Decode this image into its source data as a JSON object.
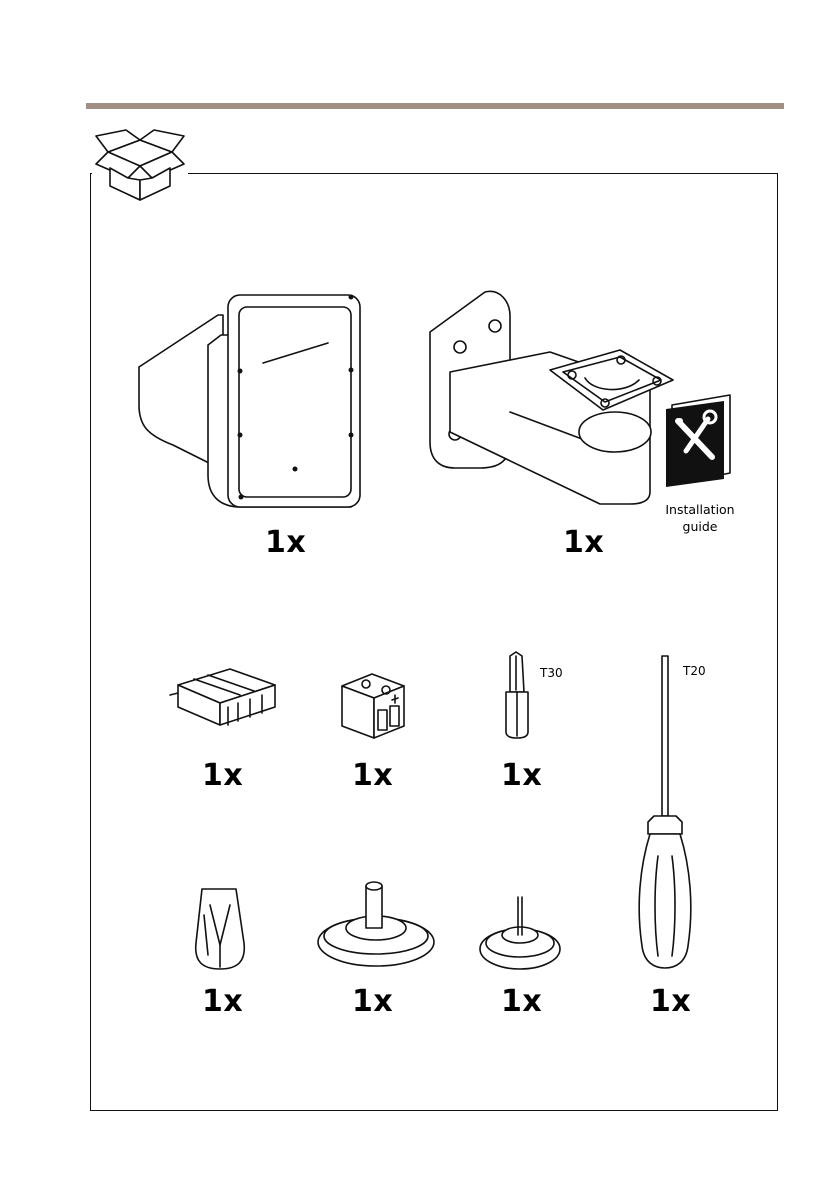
{
  "items": {
    "camera_housing": {
      "qty": "1x"
    },
    "wall_bracket": {
      "qty": "1x"
    },
    "installation_guide": {
      "label_line1": "Installation",
      "label_line2": "guide"
    },
    "connector_multi": {
      "qty": "1x"
    },
    "connector_power": {
      "qty": "1x"
    },
    "bit_t30": {
      "qty": "1x",
      "label": "T30"
    },
    "screwdriver_t20": {
      "qty": "1x",
      "label": "T20"
    },
    "cable_clip": {
      "qty": "1x"
    },
    "gasket_large": {
      "qty": "1x"
    },
    "gasket_small": {
      "qty": "1x"
    }
  },
  "colors": {
    "rule": "#a39084",
    "line": "#111111"
  }
}
